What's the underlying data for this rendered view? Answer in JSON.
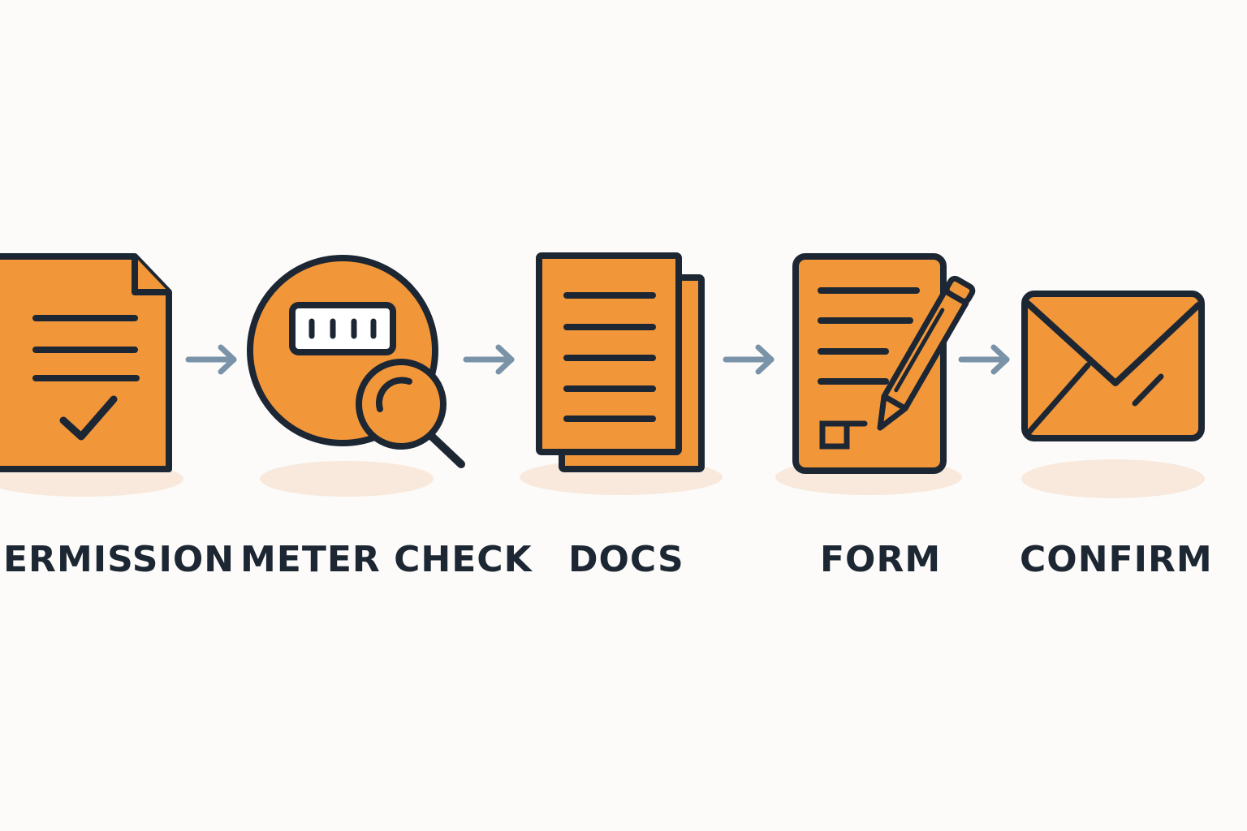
{
  "colors": {
    "background": "#FCFBF9",
    "icon_fill": "#F2963A",
    "outline": "#1C2733",
    "arrow": "#7A93A8",
    "shadow": "#F8E9DC",
    "label": "#1C2733"
  },
  "steps": [
    {
      "label": "ERMISSION",
      "icon": "checked-document-icon"
    },
    {
      "label": "METER CHECK",
      "icon": "meter-magnifier-icon"
    },
    {
      "label": "DOCS",
      "icon": "stacked-documents-icon"
    },
    {
      "label": "FORM",
      "icon": "form-pencil-icon"
    },
    {
      "label": "CONFIRM",
      "icon": "envelope-icon"
    }
  ]
}
